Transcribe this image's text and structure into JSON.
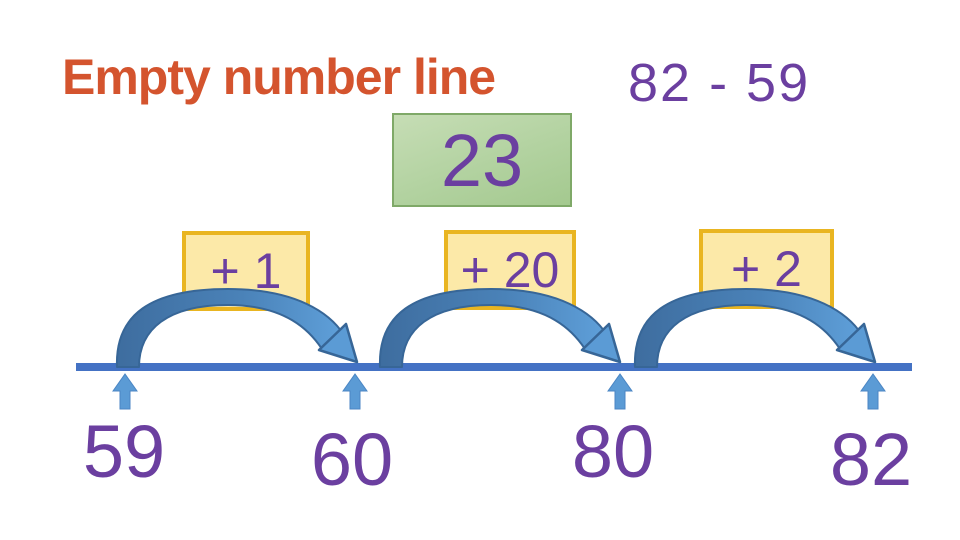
{
  "slide": {
    "title": "Empty number line",
    "problem": "82 - 59",
    "answer_box": {
      "value": "23"
    },
    "jumps": [
      {
        "label": "+ 1",
        "from": "59",
        "to": "60"
      },
      {
        "label": "+ 20",
        "from": "60",
        "to": "80"
      },
      {
        "label": "+ 2",
        "from": "80",
        "to": "82"
      }
    ],
    "number_line": {
      "points": [
        "59",
        "60",
        "80",
        "82"
      ]
    },
    "colors": {
      "title_orange": "#D4542E",
      "text_purple": "#6B3FA0",
      "answer_box_fill": "#B2D2A0",
      "answer_box_border": "#7FA968",
      "jump_box_fill": "#FCE9A8",
      "jump_box_border": "#E9B521",
      "number_line_blue": "#4472C4",
      "arrow_light_blue": "#5B9BD5",
      "arrow_dark_blue": "#3E6D9F"
    }
  }
}
